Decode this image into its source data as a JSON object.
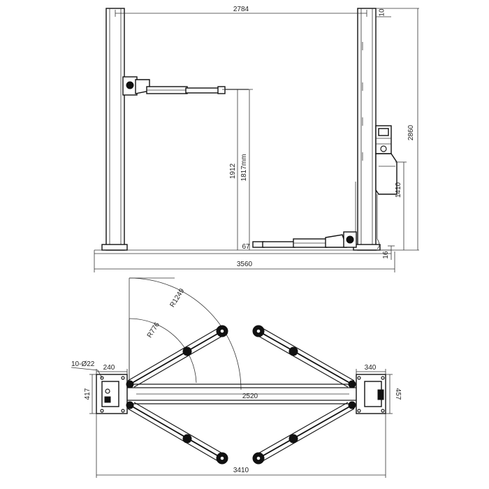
{
  "front_view": {
    "dims": {
      "column_spacing": "2784",
      "top_gap": "10",
      "total_height": "2860",
      "lift_height": "1912",
      "max_height": "1817mm",
      "motor_height": "1410",
      "base_height": "16",
      "overall_width": "3560"
    }
  },
  "top_view": {
    "dims": {
      "bolts": "10-Ø22",
      "base_left_width": "240",
      "base_right_width": "340",
      "base_left_depth": "417",
      "base_right_depth": "457",
      "inner_width": "2520",
      "outer_width": "3410",
      "arm_radius_short": "R776",
      "arm_radius_long": "R1249"
    }
  },
  "colors": {
    "line": "#1a1a1a",
    "background": "#ffffff"
  }
}
